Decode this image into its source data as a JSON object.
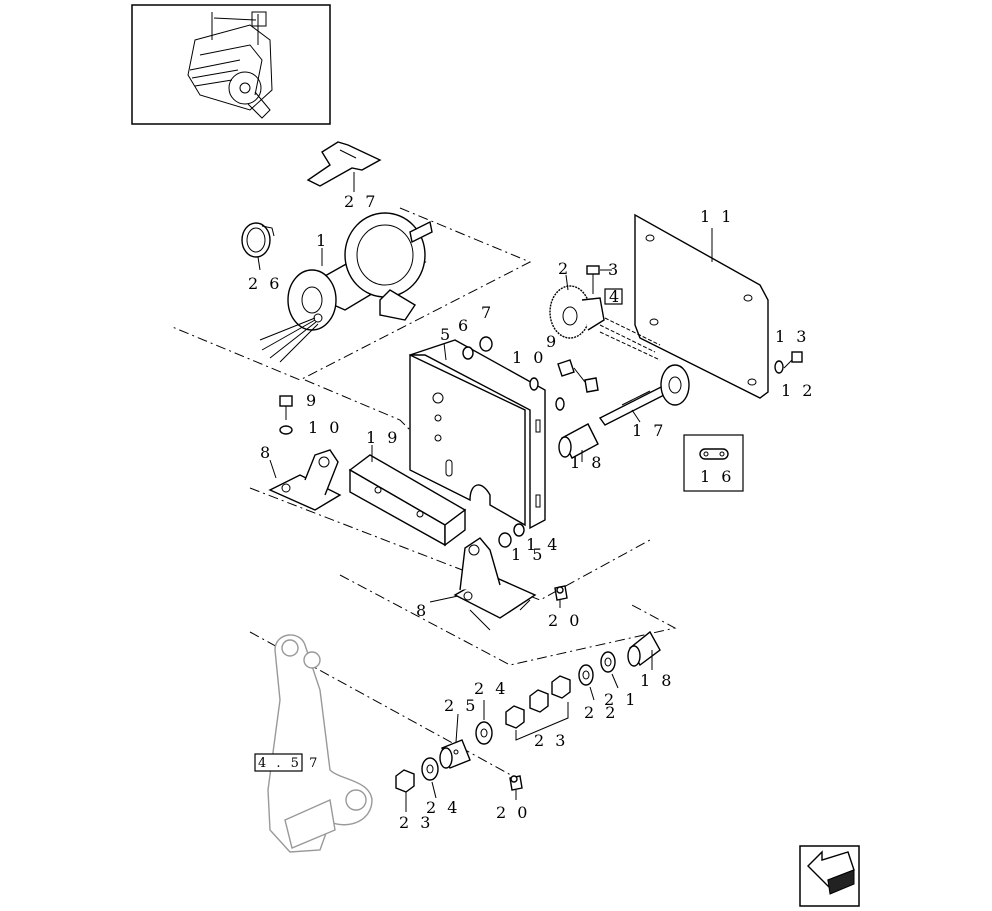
{
  "diagram": {
    "callouts": {
      "c1": "1",
      "c2": "2",
      "c3": "3",
      "c4": "4",
      "c5": "5",
      "c6": "6",
      "c7": "7",
      "c8a": "8",
      "c8b": "8",
      "c9a": "9",
      "c9b": "9",
      "c10a": "1 0",
      "c10b": "1 0",
      "c11": "1 1",
      "c12": "1 2",
      "c13": "1 3",
      "c14": "1 4",
      "c15": "1 5",
      "c16": "1 6",
      "c17": "1 7",
      "c18a": "1 8",
      "c18b": "1 8",
      "c19": "1 9",
      "c20a": "2 0",
      "c20b": "2 0",
      "c21": "2 1",
      "c22": "2 2",
      "c23a": "2 3",
      "c23b": "2 3",
      "c24a": "2 4",
      "c24b": "2 4",
      "c25": "2 5",
      "c26": "2 6",
      "c27": "2 7"
    },
    "reference_boxes": {
      "ref4": "4",
      "ref457": "4 . 5 7"
    },
    "icons": [
      "machine-thumbnail-icon",
      "next-page-arrow-icon",
      "chain-link-icon"
    ]
  }
}
